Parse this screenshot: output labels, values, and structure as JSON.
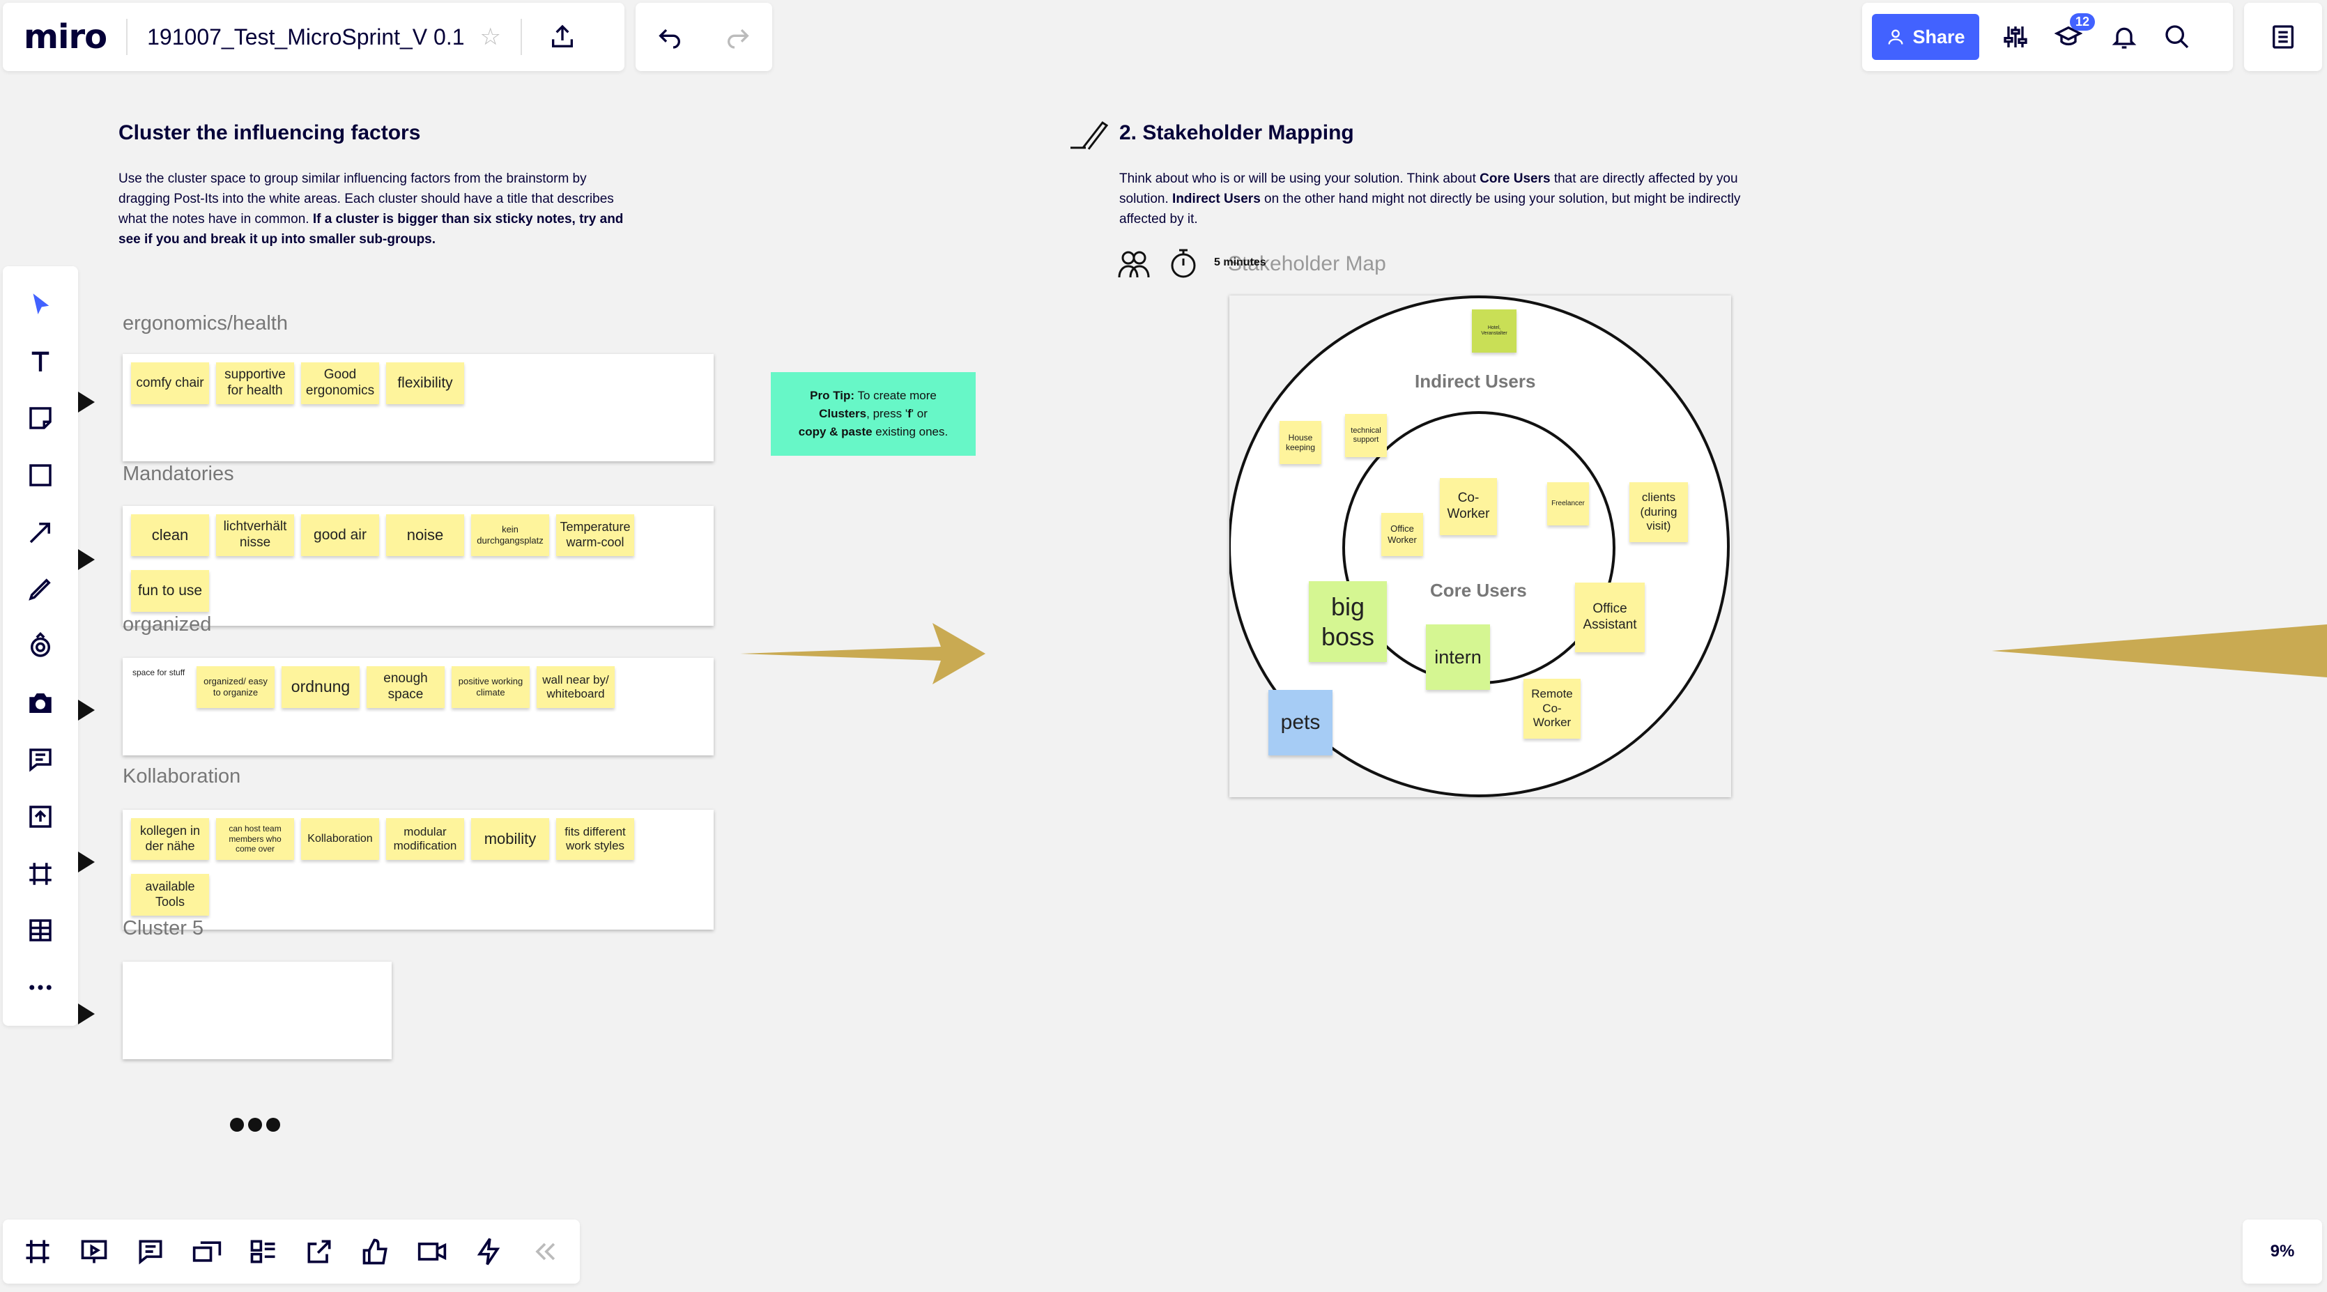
{
  "app": {
    "logo": "miro",
    "board_title": "191007_Test_MicroSprint_V 0.1",
    "share_label": "Share",
    "notification_count": "12",
    "zoom": "9%"
  },
  "cluster_section": {
    "title": "Cluster the influencing factors",
    "description_normal": "Use the cluster space to group similar influencing factors from the brainstorm by dragging Post-Its into the white areas. Each cluster should have a title that describes what the notes have in common. ",
    "description_bold": "If a cluster is bigger than six sticky notes, try and see if you and break it up into smaller sub-groups.",
    "clusters": [
      {
        "label": "ergonomics/health",
        "notes": [
          "comfy chair",
          "supportive for health",
          "Good ergonomics",
          "flexibility"
        ]
      },
      {
        "label": "Mandatories",
        "notes": [
          "clean",
          "lichtverhält nisse",
          "good air",
          "noise",
          "kein durchgangsplatz",
          "Temperature warm-cool",
          "fun to use"
        ]
      },
      {
        "label": "organized",
        "notes": [
          "space for stuff",
          "organized/ easy to organize",
          "ordnung",
          "enough space",
          "positive working climate",
          "wall near by/ whiteboard"
        ]
      },
      {
        "label": "Kollaboration",
        "notes": [
          "kollegen in der nähe",
          "can host team members who come over",
          "Kollaboration",
          "modular modification",
          "mobility",
          "fits different work styles",
          "available Tools"
        ]
      },
      {
        "label": "Cluster 5",
        "notes": []
      }
    ]
  },
  "protip": {
    "bold": "Pro Tip:",
    "text1": " To create more ",
    "bold2": "Clusters",
    "text2": ", press '",
    "key": "f",
    "text3": "' or ",
    "bold3": "copy & paste",
    "text4": " existing ones."
  },
  "stakeholder": {
    "title": "2. Stakeholder Mapping",
    "desc_1": "Think about who is or will be using your solution. Think about ",
    "desc_core": "Core Users",
    "desc_2": " that are directly affected by you solution. ",
    "desc_indirect": "Indirect Users",
    "desc_3": " on the other hand might not directly be using your solution, but might be indirectly affected by it.",
    "timer": "5 minutes",
    "map_title": "Stakeholder Map",
    "indirect_label": "Indirect Users",
    "core_label": "Core Users",
    "notes": [
      "Hotel, Veranstalter",
      "House keeping",
      "technical support",
      "Co-Worker",
      "Freelancer",
      "clients (during visit)",
      "Office Worker",
      "big boss",
      "intern",
      "Office Assistant",
      "Remote Co-Worker",
      "pets"
    ]
  },
  "colors": {
    "accent": "#4262ff",
    "note_yellow": "#fef49c",
    "note_green": "#d5f692",
    "note_blue": "#a6ccf5",
    "protip": "#67f7c7",
    "arrow": "#c9aa52"
  }
}
